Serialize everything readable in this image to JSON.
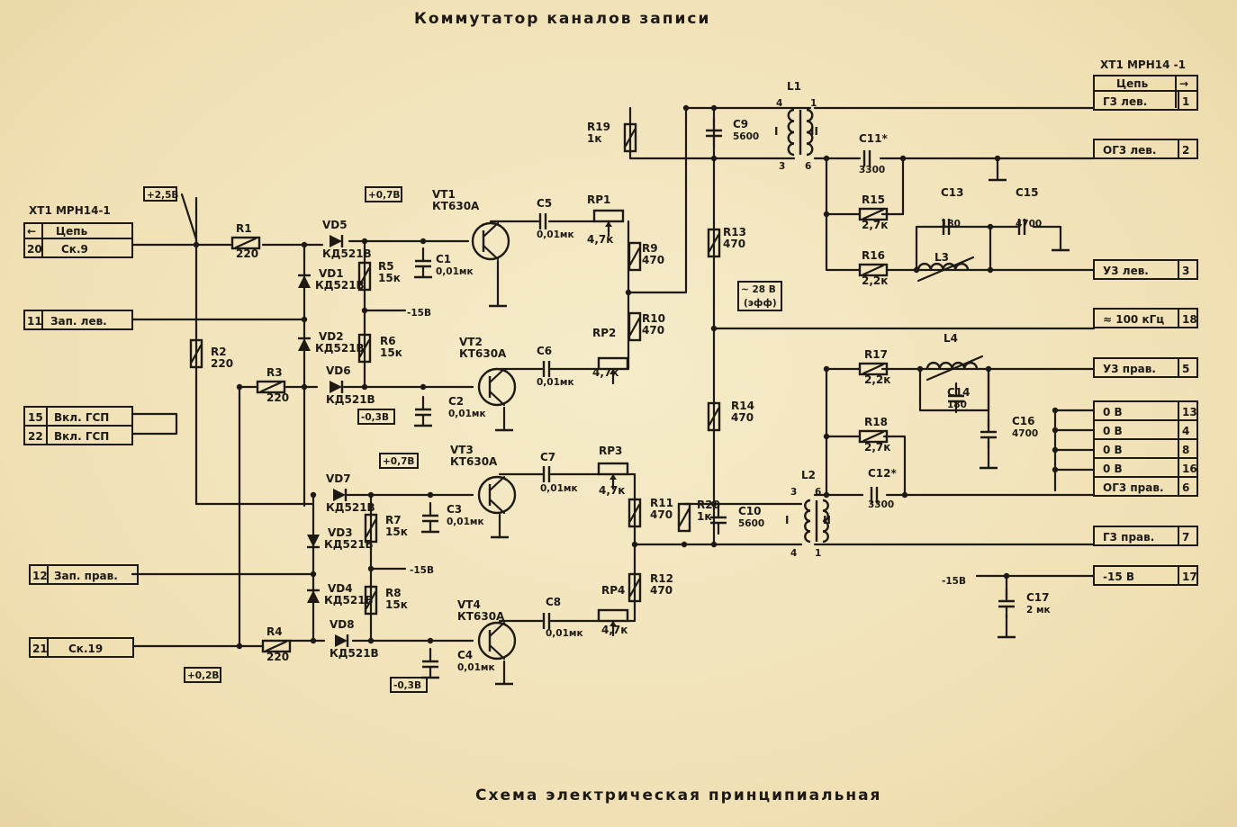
{
  "title": "Коммутатор каналов записи",
  "footer": "Схема электрическая принципиальная",
  "left_connector": {
    "name": "XT1 MPH14-1",
    "header": [
      "←",
      "Цепь"
    ],
    "pins": [
      {
        "num": "20",
        "signal": "Ск.9"
      },
      {
        "num": "11",
        "signal": "Зап. лев."
      },
      {
        "num": "15",
        "signal": "Вкл. ГСП"
      },
      {
        "num": "22",
        "signal": "Вкл. ГСП"
      },
      {
        "num": "12",
        "signal": "Зап. прав."
      },
      {
        "num": "21",
        "signal": "Ск.19"
      }
    ]
  },
  "right_connector": {
    "name": "XT1 MPH14 -1",
    "header": [
      "Цепь",
      "→"
    ],
    "pins": [
      {
        "num": "1",
        "signal": "Г3 лев."
      },
      {
        "num": "2",
        "signal": "ОГ3 лев."
      },
      {
        "num": "3",
        "signal": "У3 лев."
      },
      {
        "num": "18",
        "signal": "≈ 100 кГц"
      },
      {
        "num": "5",
        "signal": "У3 прав."
      },
      {
        "num": "13",
        "signal": "0 В"
      },
      {
        "num": "4",
        "signal": "0 В"
      },
      {
        "num": "8",
        "signal": "0 В"
      },
      {
        "num": "16",
        "signal": "0 В"
      },
      {
        "num": "6",
        "signal": "ОГ3 прав."
      },
      {
        "num": "7",
        "signal": "Г3 прав."
      },
      {
        "num": "17",
        "signal": "-15 В"
      }
    ]
  },
  "voltage_tags": [
    "+2,5В",
    "+0,7В",
    "-0,3В",
    "+0,7В",
    "+0,2В",
    "-0,3В",
    "~ 28 В",
    "(эфф)",
    "-15В",
    "-15В",
    "-15В"
  ],
  "components": {
    "R1": "220",
    "R2": "220",
    "R3": "220",
    "R4": "220",
    "R5": "15к",
    "R6": "15к",
    "R7": "15к",
    "R8": "15к",
    "R9": "470",
    "R10": "470",
    "R11": "470",
    "R12": "470",
    "R13": "470",
    "R14": "470",
    "R15": "2,7к",
    "R16": "2,2к",
    "R17": "2,2к",
    "R18": "2,7к",
    "R19": "1к",
    "R20": "1к",
    "C1": "0,01мк",
    "C2": "0,01мк",
    "C3": "0,01мк",
    "C4": "0,01мк",
    "C5": "0,01мк",
    "C6": "0,01мк",
    "C7": "0,01мк",
    "C8": "0,01мк",
    "C9": "5600",
    "C10": "5600",
    "C11*": "3300",
    "C12*": "3300",
    "C13": "180",
    "C14": "180",
    "C15": "4700",
    "C16": "4700",
    "C17": "2 мк",
    "RP1": "4,7к",
    "RP2": "4,7к",
    "RP3": "4,7к",
    "RP4": "4,7к",
    "VT1": "КТ630А",
    "VT2": "КТ630А",
    "VT3": "КТ630А",
    "VT4": "КТ630А",
    "VD1": "КД521В",
    "VD2": "КД521В",
    "VD3": "КД521В",
    "VD4": "КД521В",
    "VD5": "КД521В",
    "VD6": "КД521В",
    "VD7": "КД521В",
    "VD8": "КД521В",
    "L1": "",
    "L2": "",
    "L3": "",
    "L4": ""
  }
}
